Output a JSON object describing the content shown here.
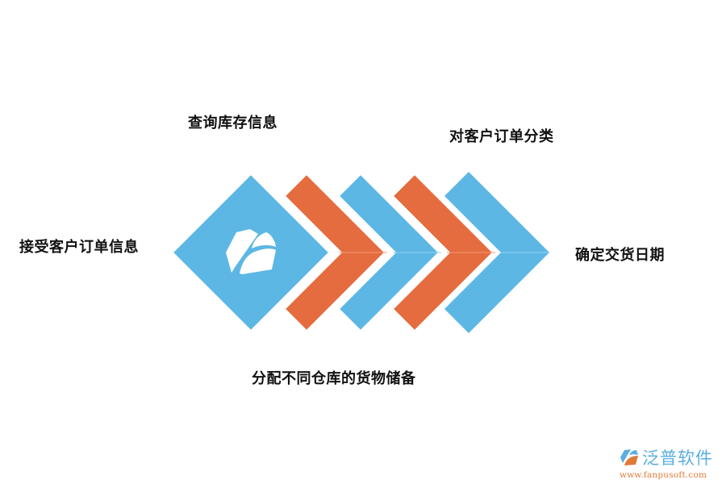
{
  "diagram": {
    "colors": {
      "blue": "#5db7e4",
      "orange": "#e46c3e",
      "background": "#ffffff"
    },
    "steps": [
      {
        "label": "接受客户订单信息",
        "shape": "diamond",
        "color": "blue",
        "icon": "brand-logo-icon"
      },
      {
        "label": "查询库存信息",
        "shape": "chevron",
        "color": "orange"
      },
      {
        "label": "分配不同仓库的货物储备",
        "shape": "chevron",
        "color": "blue"
      },
      {
        "label": "对客户订单分类",
        "shape": "chevron",
        "color": "orange"
      },
      {
        "label": "确定交货日期",
        "shape": "chevron",
        "color": "blue"
      }
    ]
  },
  "labels": {
    "step1": "接受客户订单信息",
    "step2": "查询库存信息",
    "step3": "分配不同仓库的货物储备",
    "step4": "对客户订单分类",
    "step5": "确定交货日期"
  },
  "watermark": {
    "name": "泛普软件",
    "url": "www.fanpusoft.com"
  }
}
